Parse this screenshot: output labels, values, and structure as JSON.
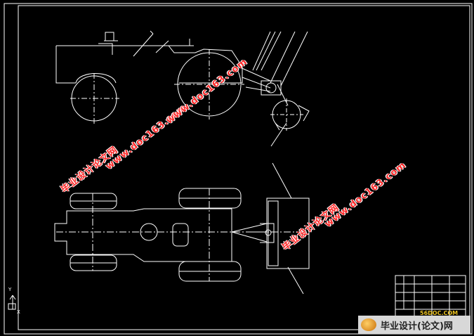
{
  "watermarks": {
    "cn_text": "毕业设计论文网",
    "url_text": "www.doc163.com"
  },
  "badge": {
    "logo_icon": "sun-logo-icon",
    "text": "毕业设计(论文)网"
  },
  "site_mark": {
    "text": "56DOC.COM"
  },
  "ucs": {
    "y_label": "Y",
    "x_label": "X"
  },
  "colors": {
    "background": "#000000",
    "lines": "#ffffff",
    "watermark": "#ff2a2a"
  }
}
